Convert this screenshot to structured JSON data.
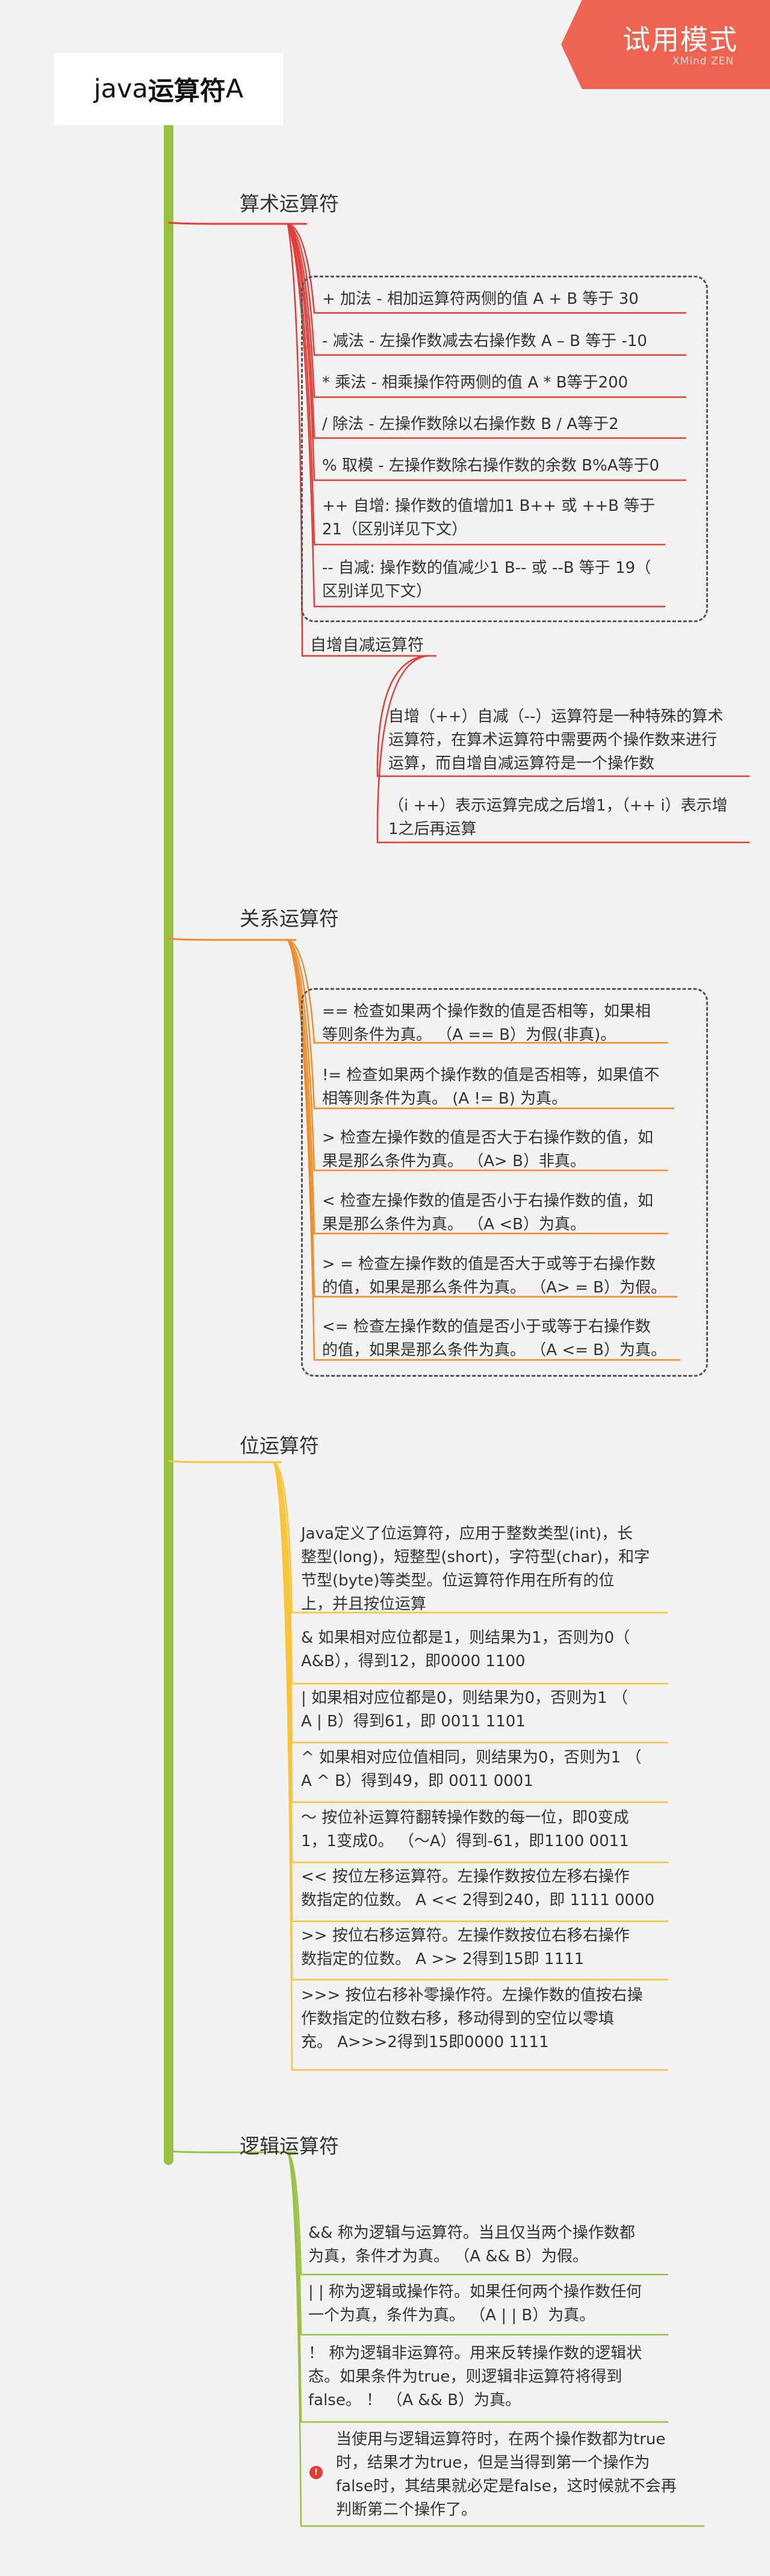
{
  "badge": {
    "title": "试用模式",
    "subtitle": "XMind ZEN"
  },
  "root": {
    "prefix": "java",
    "bold": "运算符",
    "suffix": "A"
  },
  "branches": {
    "arith": {
      "title": "算术运算符",
      "items": [
        "+ 加法 - 相加运算符两侧的值 A + B 等于 30",
        "- 减法 - 左操作数减去右操作数 A – B 等于 -10",
        "* 乘法 - 相乘操作符两侧的值 A * B等于200",
        "/ 除法 - 左操作数除以右操作数 B / A等于2",
        "% 取模 - 左操作数除右操作数的余数 B%A等于0",
        "++ 自增: 操作数的值增加1 B++ 或 ++B 等于\n21（区别详见下文）",
        "-- 自减: 操作数的值减少1 B-- 或 --B 等于 19（\n区别详见下文）"
      ],
      "sub_title": "自增自减运算符",
      "sub_items": [
        "自增（++）自减（--）运算符是一种特殊的算术\n运算符，在算术运算符中需要两个操作数来进行\n运算，而自增自减运算符是一个操作数",
        "（i ++）表示运算完成之后增1，（++ i）表示增\n1之后再运算"
      ]
    },
    "relation": {
      "title": "关系运算符",
      "items": [
        "== 检查如果两个操作数的值是否相等，如果相\n等则条件为真。 （A == B）为假(非真)。",
        "!= 检查如果两个操作数的值是否相等，如果值不\n相等则条件为真。 (A != B) 为真。",
        "> 检查左操作数的值是否大于右操作数的值，如\n果是那么条件为真。 （A> B）非真。",
        "< 检查左操作数的值是否小于右操作数的值，如\n果是那么条件为真。 （A <B）为真。",
        "> = 检查左操作数的值是否大于或等于右操作数\n的值，如果是那么条件为真。 （A> = B）为假。",
        "<= 检查左操作数的值是否小于或等于右操作数\n的值，如果是那么条件为真。 （A <= B）为真。"
      ]
    },
    "bit": {
      "title": "位运算符",
      "items": [
        "Java定义了位运算符，应用于整数类型(int)，长\n整型(long)，短整型(short)，字符型(char)，和字\n节型(byte)等类型。位运算符作用在所有的位\n上，并且按位运算",
        "& 如果相对应位都是1，则结果为1，否则为0（\nA&B），得到12，即0000 1100",
        "| 如果相对应位都是0，则结果为0，否则为1 （\nA | B）得到61，即 0011 1101",
        "^ 如果相对应位值相同，则结果为0，否则为1 （\nA ^ B）得到49，即 0011 0001",
        "〜 按位补运算符翻转操作数的每一位，即0变成\n1，1变成0。 （〜A）得到-61，即1100 0011",
        "<< 按位左移运算符。左操作数按位左移右操作\n数指定的位数。 A << 2得到240，即 1111 0000",
        ">> 按位右移运算符。左操作数按位右移右操作\n数指定的位数。 A >> 2得到15即 1111",
        ">>> 按位右移补零操作符。左操作数的值按右操\n作数指定的位数右移，移动得到的空位以零填\n充。 A>>>2得到15即0000 1111"
      ]
    },
    "logic": {
      "title": "逻辑运算符",
      "items": [
        "&& 称为逻辑与运算符。当且仅当两个操作数都\n为真，条件才为真。 （A && B）为假。",
        "| | 称为逻辑或操作符。如果任何两个操作数任何\n一个为真，条件为真。 （A | | B）为真。",
        "！ 称为逻辑非运算符。用来反转操作数的逻辑状\n态。如果条件为true，则逻辑非运算符将得到\nfalse。 ！ （A && B）为真。",
        "当使用与逻辑运算符时，在两个操作数都为true\n时，结果才为true，但是当得到第一个操作为\nfalse时，其结果就必定是false，这时候就不会再\n判断第二个操作了。"
      ]
    }
  },
  "colors": {
    "trunk": "#9bc142",
    "arith": "#e63c36",
    "relation": "#f28c28",
    "bit": "#f7c43a",
    "logic": "#9bc142",
    "badge": "#ef6351"
  }
}
